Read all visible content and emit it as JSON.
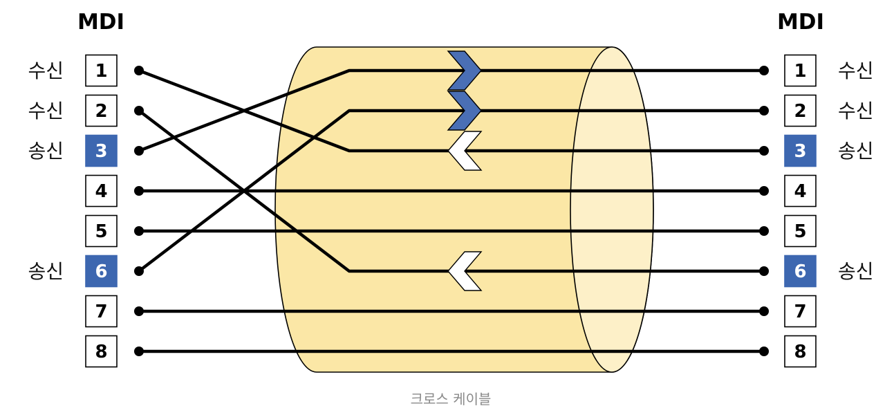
{
  "left": {
    "title": "MDI",
    "pins": [
      {
        "num": "1",
        "label": "수신",
        "highlight": false
      },
      {
        "num": "2",
        "label": "수신",
        "highlight": false
      },
      {
        "num": "3",
        "label": "송신",
        "highlight": true
      },
      {
        "num": "4",
        "label": "",
        "highlight": false
      },
      {
        "num": "5",
        "label": "",
        "highlight": false
      },
      {
        "num": "6",
        "label": "송신",
        "highlight": true
      },
      {
        "num": "7",
        "label": "",
        "highlight": false
      },
      {
        "num": "8",
        "label": "",
        "highlight": false
      }
    ]
  },
  "right": {
    "title": "MDI",
    "pins": [
      {
        "num": "1",
        "label": "수신",
        "highlight": false
      },
      {
        "num": "2",
        "label": "수신",
        "highlight": false
      },
      {
        "num": "3",
        "label": "송신",
        "highlight": true
      },
      {
        "num": "4",
        "label": "",
        "highlight": false
      },
      {
        "num": "5",
        "label": "",
        "highlight": false
      },
      {
        "num": "6",
        "label": "송신",
        "highlight": true
      },
      {
        "num": "7",
        "label": "",
        "highlight": false
      },
      {
        "num": "8",
        "label": "",
        "highlight": false
      }
    ]
  },
  "connections": [
    {
      "from": 1,
      "to": 3
    },
    {
      "from": 2,
      "to": 6
    },
    {
      "from": 3,
      "to": 1
    },
    {
      "from": 4,
      "to": 4
    },
    {
      "from": 5,
      "to": 5
    },
    {
      "from": 6,
      "to": 2
    },
    {
      "from": 7,
      "to": 7
    },
    {
      "from": 8,
      "to": 8
    }
  ],
  "arrows": [
    {
      "pin": 1,
      "direction": "right",
      "color": "#4a6fb5"
    },
    {
      "pin": 2,
      "direction": "right",
      "color": "#4a6fb5"
    },
    {
      "pin": 3,
      "direction": "left",
      "color": "#ffffff"
    },
    {
      "pin": 6,
      "direction": "left",
      "color": "#ffffff"
    }
  ],
  "caption": "크로스 케이블",
  "colors": {
    "highlight": "#3d67b0",
    "cable_fill": "#fbe7a6",
    "cable_end_fill": "#fdf0c8",
    "cable_stroke": "#000000",
    "wire": "#000000"
  }
}
